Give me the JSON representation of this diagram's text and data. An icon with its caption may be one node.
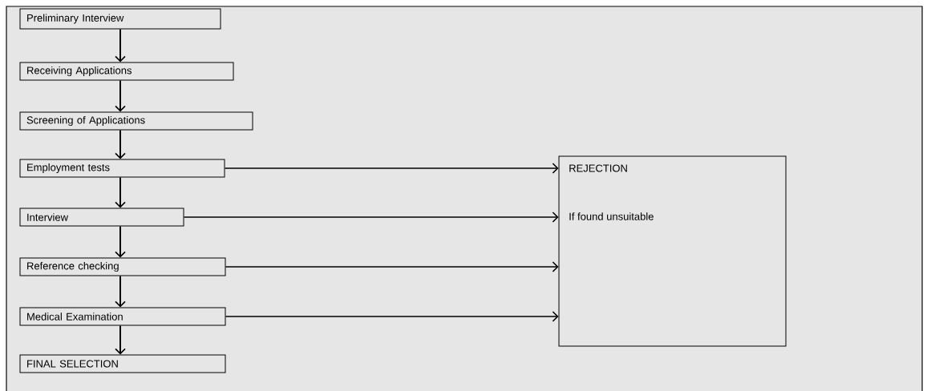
{
  "diagram": {
    "nodes": [
      {
        "text": [
          "Preliminary Interview"
        ]
      },
      {
        "text": [
          "Receiving Applications"
        ]
      },
      {
        "text": [
          "Screening of Applications"
        ]
      },
      {
        "text": [
          "Employment tests"
        ]
      },
      {
        "text": [
          "Interview"
        ]
      },
      {
        "text": [
          "Reference checking"
        ]
      },
      {
        "text": [
          "Medical Examination"
        ]
      },
      {
        "text": [
          "FINAL SELECTION"
        ]
      },
      {
        "text": [
          "REJECTION",
          "If found unsuitable"
        ]
      }
    ],
    "edges": [
      {
        "from": 0,
        "to": 1,
        "arrow": "to"
      },
      {
        "from": 1,
        "to": 2,
        "arrow": "to"
      },
      {
        "from": 2,
        "to": 3,
        "arrow": "to"
      },
      {
        "from": 3,
        "to": 4,
        "arrow": "to"
      },
      {
        "from": 4,
        "to": 5,
        "arrow": "to"
      },
      {
        "from": 5,
        "to": 6,
        "arrow": "to"
      },
      {
        "from": 6,
        "to": 7,
        "arrow": "to"
      },
      {
        "from": 3,
        "to": 8,
        "arrow": "to"
      },
      {
        "from": 4,
        "to": 8,
        "arrow": "to"
      },
      {
        "from": 5,
        "to": 8,
        "arrow": "to"
      },
      {
        "from": 6,
        "to": 8,
        "arrow": "to"
      }
    ]
  }
}
